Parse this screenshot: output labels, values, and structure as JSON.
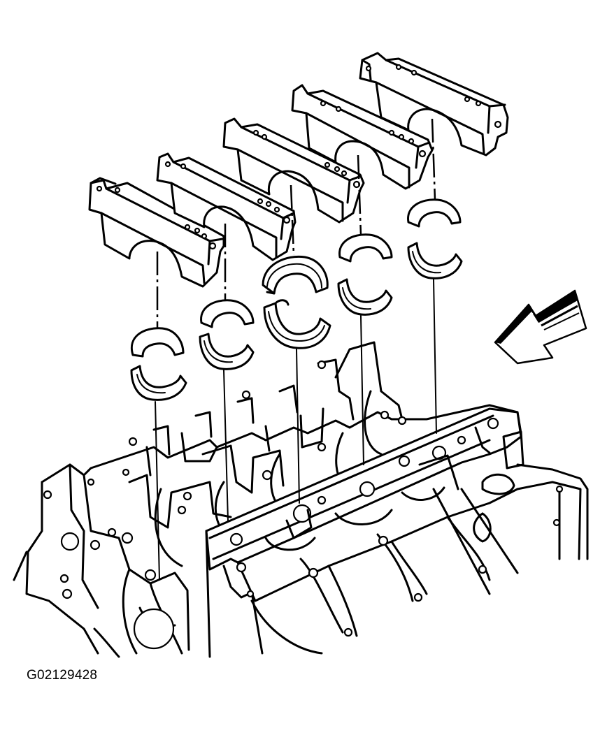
{
  "figure": {
    "id": "G02129428"
  },
  "parts": {
    "caps": [
      "bearing-cap-1",
      "bearing-cap-2",
      "bearing-cap-3",
      "bearing-cap-4",
      "bearing-cap-5"
    ],
    "upper_bearings": [
      "upper-bearing-1",
      "upper-bearing-2",
      "upper-bearing-3",
      "upper-bearing-4",
      "upper-bearing-5"
    ],
    "lower_bearings": [
      "lower-bearing-1",
      "lower-bearing-2",
      "lower-bearing-3",
      "lower-bearing-4",
      "lower-bearing-5"
    ]
  },
  "icons": {
    "view_arrow": "direction-arrow-icon"
  }
}
